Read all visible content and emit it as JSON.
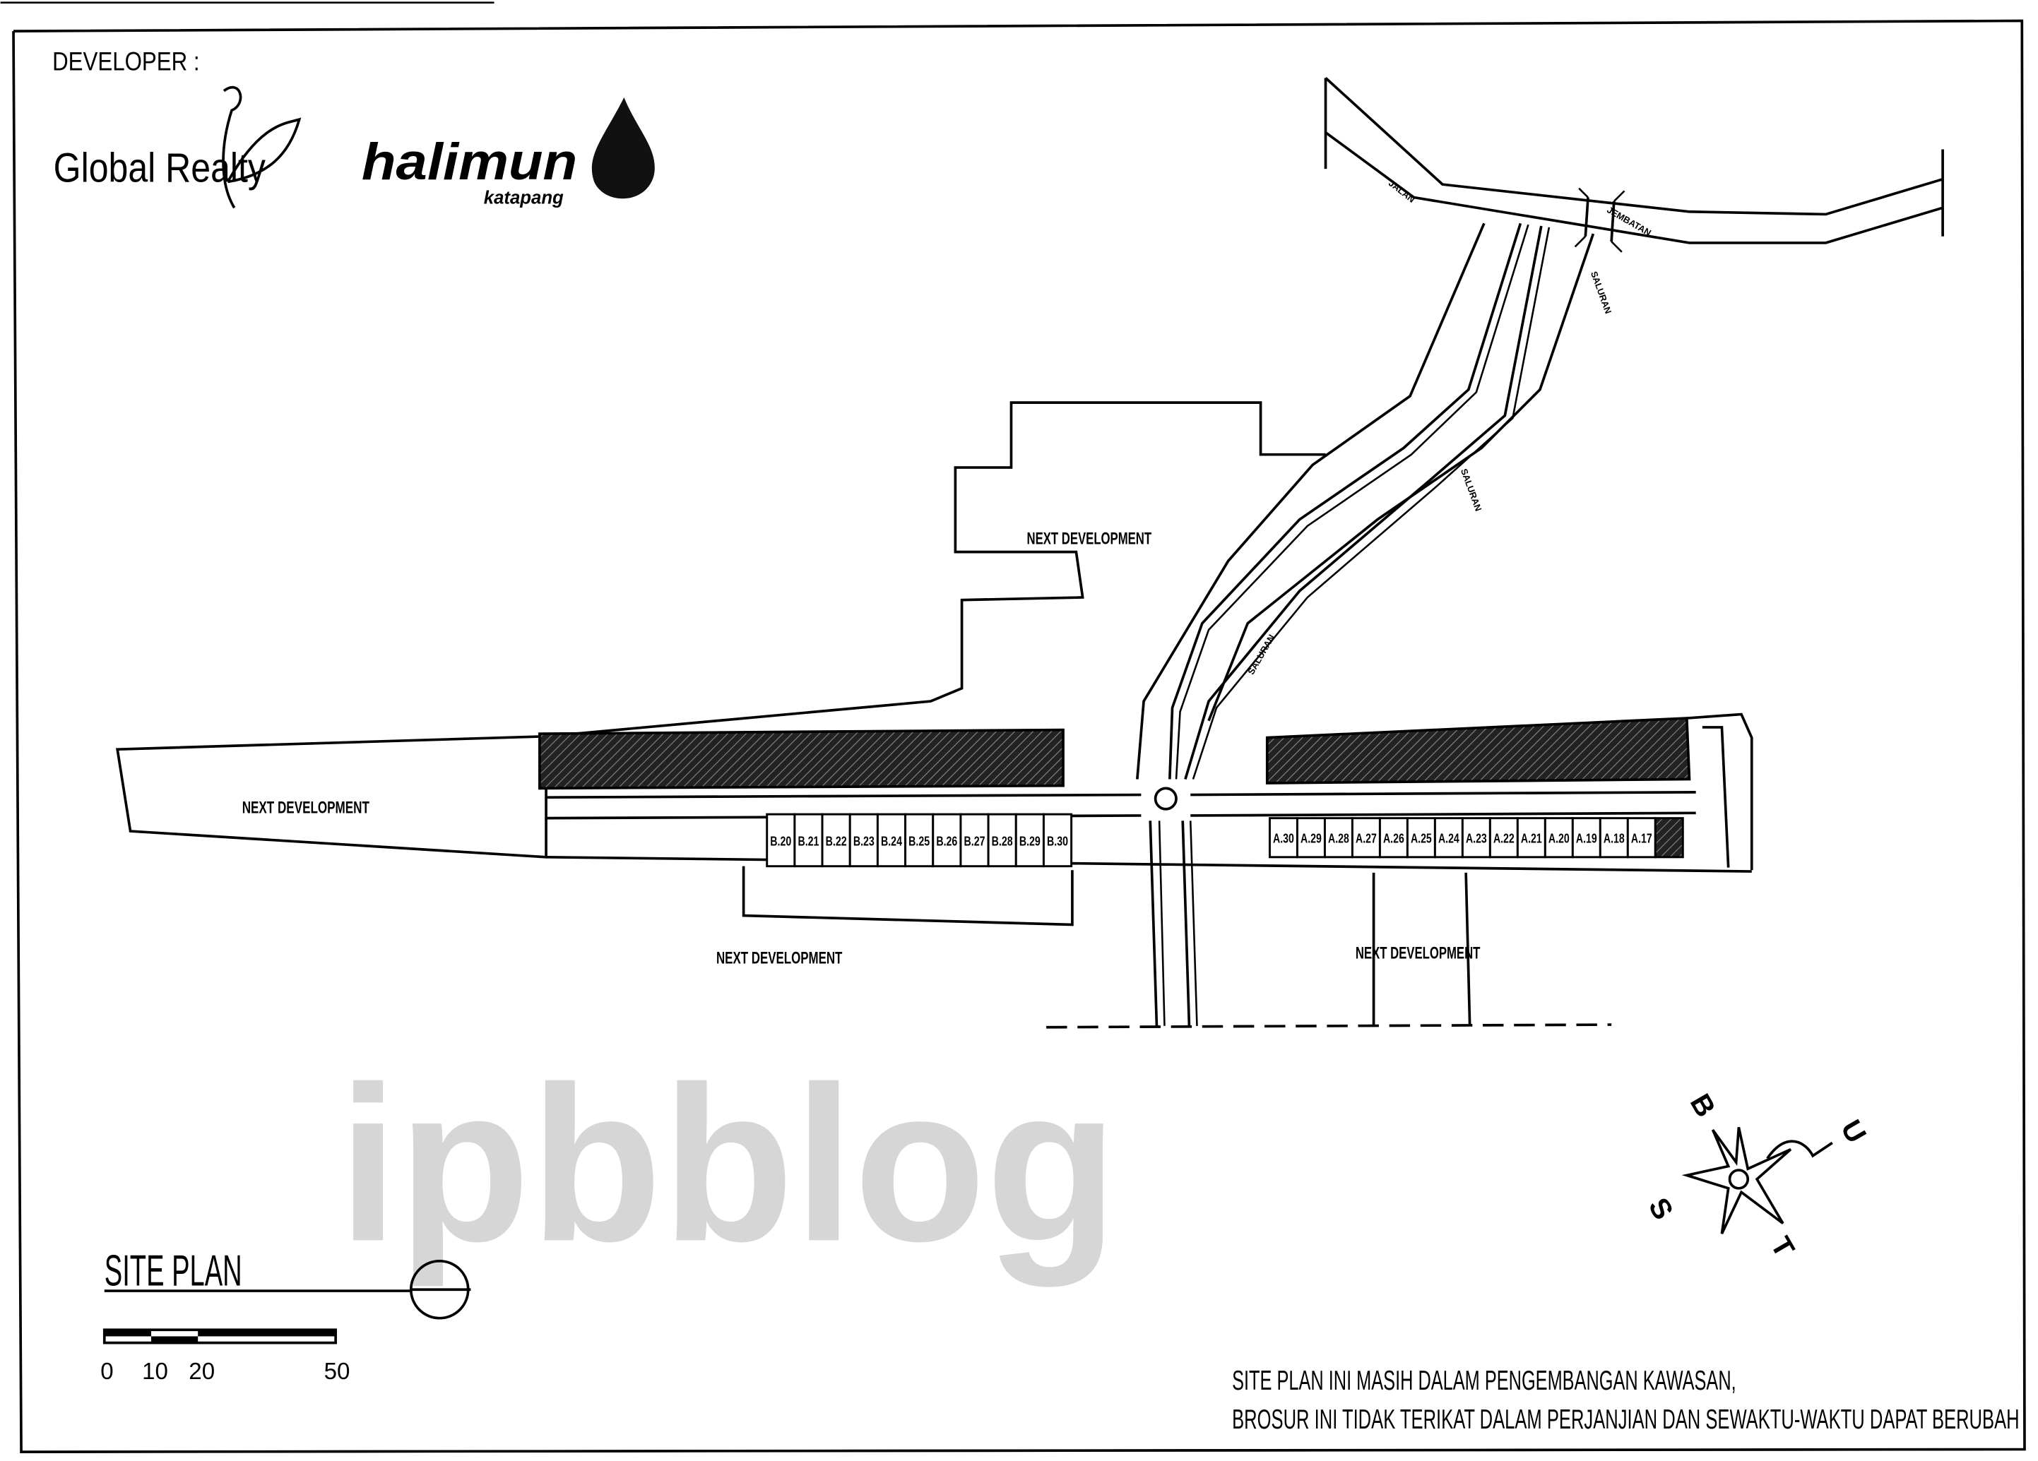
{
  "header": {
    "developer_label": "DEVELOPER :",
    "logo_global_realty": "Global Realty",
    "logo_halimun": "halimun",
    "logo_halimun_sub": "katapang"
  },
  "watermark": "ipbblog",
  "map_labels": {
    "jalan": "JALAN",
    "jembatan": "JEMBATAN",
    "saluran": "SALURAN",
    "next_development": "NEXT DEVELOPMENT"
  },
  "lots_b": [
    "B.20",
    "B.21",
    "B.22",
    "B.23",
    "B.24",
    "B.25",
    "B.26",
    "B.27",
    "B.28",
    "B.29",
    "B.30"
  ],
  "lots_a": [
    "A.30",
    "A.29",
    "A.28",
    "A.27",
    "A.26",
    "A.25",
    "A.24",
    "A.23",
    "A.22",
    "A.21",
    "A.20",
    "A.19",
    "A.18",
    "A.17"
  ],
  "compass": {
    "north": "U",
    "west": "B",
    "south": "S",
    "east": "T"
  },
  "title_block": {
    "title": "SITE PLAN",
    "scale_ticks": [
      "0",
      "10",
      "20",
      "50"
    ]
  },
  "notes": [
    "SITE PLAN INI MASIH DALAM PENGEMBANGAN KAWASAN,",
    "BROSUR INI TIDAK TERIKAT DALAM PERJANJIAN DAN SEWAKTU-WAKTU DAPAT BERUBAH"
  ],
  "colors": {
    "ink": "#000000",
    "watermark": "#d6d6d6",
    "paper": "#ffffff"
  }
}
